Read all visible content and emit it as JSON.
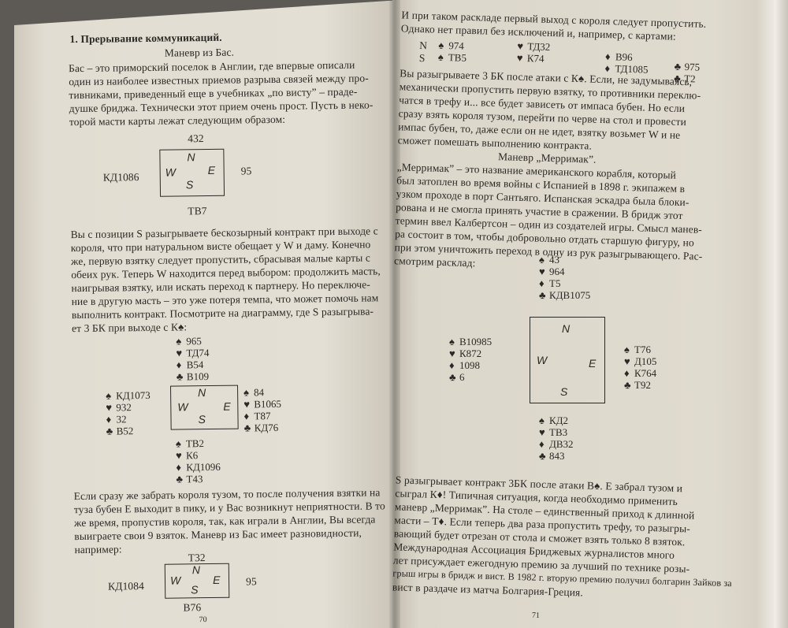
{
  "left_page": {
    "heading": "1. Прерывание коммуникаций.",
    "subheading": "Маневр из Бас.",
    "para1": [
      "Бас – это приморский поселок в Англии, где впервые описали",
      "один из наиболее известных приемов разрыва связей между про-",
      "тивниками, приведенный еще в учебниках „по висту” – праде-",
      "душке бриджа. Технически этот прием очень прост. Пусть в неко-",
      "торой масти карты лежат следующим образом:"
    ],
    "diagram1": {
      "north": "432",
      "west": "КД1086",
      "east": "95",
      "south": "ТВ7"
    },
    "para2": [
      "Вы с позиции S разыгрываете бескозырный контракт при выходе с",
      "короля, что при натуральном висте обещает у W и даму. Конечно",
      "же, первую взятку следует пропустить, сбрасывая малые карты с",
      "обеих рук. Теперь W находится перед выбором: продолжить масть,",
      "наигрывая взятку, или искать переход к партнеру. Но переключе-",
      "ние в другую масть – это уже потеря темпа, что может помочь нам",
      "выполнить контракт. Посмотрите на диаграмму, где S разыгрыва-",
      "ет 3 БК при выходе с К♠:"
    ],
    "deal": {
      "north": [
        "965",
        "ТД74",
        "В54",
        "В109"
      ],
      "west": [
        "КД1073",
        "932",
        "32",
        "В52"
      ],
      "east": [
        "84",
        "В1065",
        "Т87",
        "КД76"
      ],
      "south": [
        "ТВ2",
        "К6",
        "КД1096",
        "Т43"
      ]
    },
    "para3": [
      "Если сразу же забрать короля тузом, то после получения взятки на",
      "туза бубен Е выходит в пику, и у Вас возникнут неприятности. В то",
      "же время, пропустив короля, так, как играли в Англии, Вы всегда",
      "выиграете свои 9 взяток. Маневр из Бас имеет разновидности,",
      "например:"
    ],
    "diagram2": {
      "north": "Т32",
      "west": "КД1084",
      "east": "95",
      "south": "В76"
    },
    "page_number": "70"
  },
  "right_page": {
    "top_lines": [
      "И при таком раскладе первый выход с короля следует пропустить.",
      "Однако нет правил без исключений и, например, с картами:"
    ],
    "mini": {
      "n_label": "N",
      "s_label": "S",
      "n1": "974",
      "s1": "ТВ5",
      "n2": "ТД32",
      "s2": "К74",
      "n3": "В96",
      "s3": "ТД1085",
      "n4": "975",
      "s4": "Т2"
    },
    "para1": [
      "Вы разыгрываете 3 БК после атаки с К♠. Если, не задумываясь,",
      "механически пропустить первую взятку, то противники переклю-",
      "чатся в трефу и... все будет зависеть от импаса бубен. Но если",
      "сразу взять короля тузом, перейти по черве на стол и провести",
      "импас бубен, то, даже если он не идет, взятку возьмет W и не",
      "сможет помешать выполнению контракта."
    ],
    "subheading": "Маневр „Мерримак”.",
    "para2": [
      "„Мерримак” – это название американского корабля, который",
      "был затоплен во время войны с Испанией в 1898 г. экипажем в",
      "узком проходе в порт Сантьяго. Испанская эскадра была блоки-",
      "рована и не смогла принять участие в сражении. В бридж этот",
      "термин ввел Калбертсон – один из создателей игры. Смысл манев-",
      "ра состоит в том, чтобы добровольно отдать старшую фигуру, но",
      "при этом уничтожить переход в одну из рук разыгрывающего. Рас-",
      "смотрим расклад:"
    ],
    "deal": {
      "north": [
        "43",
        "964",
        "Т5",
        "КДВ1075"
      ],
      "west": [
        "В10985",
        "К872",
        "1098",
        "6"
      ],
      "east": [
        "Т76",
        "Д105",
        "К764",
        "Т92"
      ],
      "south": [
        "КД2",
        "ТВ3",
        "ДВ32",
        "843"
      ]
    },
    "para3": [
      "S разыгрывает контракт 3БК после атаки В♠. Е забрал тузом и",
      "сыграл К♦! Типичная ситуация, когда необходимо применить",
      "маневр „Мерримак”. На столе – единственный приход к длинной",
      "масти – Т♦. Если теперь два раза пропустить трефу, то разыгры-",
      "вающий будет отрезан от стола и сможет взять только 8 взяток.",
      "   Международная Ассоциация Бриджевых журналистов много",
      "лет присуждает ежегодную премию за лучший по технике розы-",
      "грыш игры в бридж и вист. В 1982 г. вторую премию получил болгарин Зайков за",
      "вист в раздаче из матча Болгария-Греция."
    ],
    "page_number": "71"
  },
  "compass": {
    "n": "N",
    "w": "W",
    "e": "E",
    "s": "S"
  },
  "suits": {
    "spade": "♠",
    "heart": "♥",
    "diamond": "♦",
    "club": "♣"
  }
}
